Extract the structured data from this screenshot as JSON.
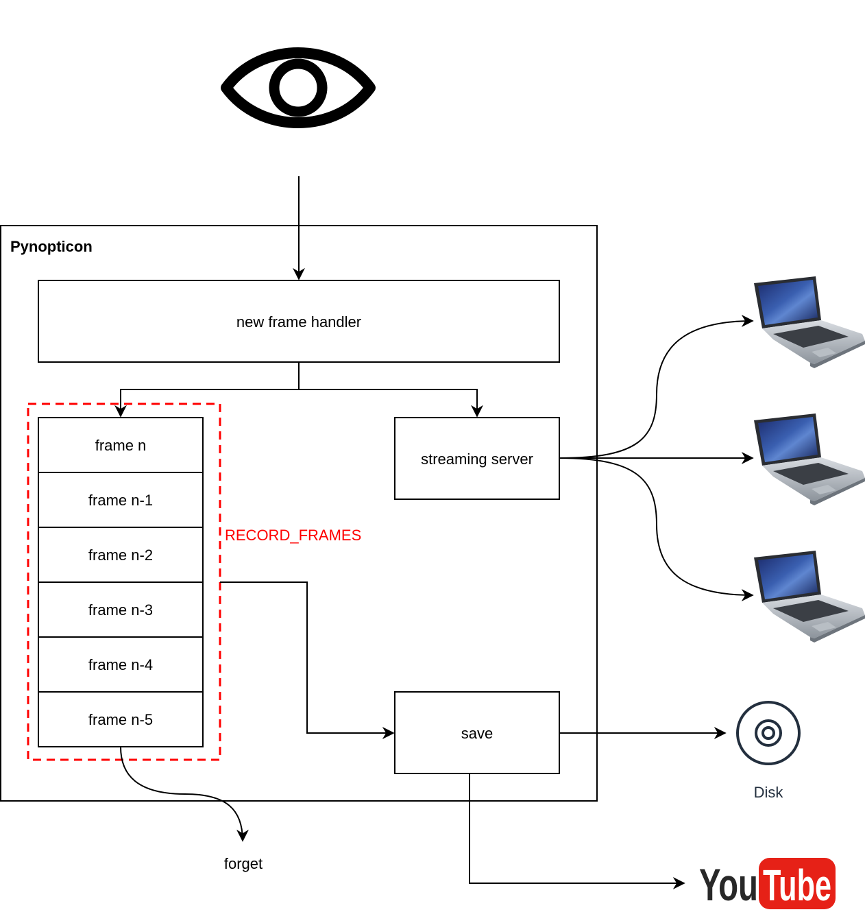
{
  "container": {
    "title": "Pynopticon"
  },
  "nodes": {
    "handler": "new frame handler",
    "streaming": "streaming server",
    "save": "save"
  },
  "frames": [
    "frame n",
    "frame n-1",
    "frame n-2",
    "frame n-3",
    "frame n-4",
    "frame n-5"
  ],
  "record_group": {
    "label": "RECORD_FRAMES",
    "color": "#ff0000"
  },
  "outputs": {
    "forget": "forget",
    "disk": "Disk",
    "youtube_you": "You",
    "youtube_tube": "Tube"
  },
  "icons": [
    "eye-icon",
    "laptop-icon",
    "disk-icon",
    "youtube-logo"
  ],
  "colors": {
    "youtube_red": "#e62117",
    "disk_label": "#232f3e"
  }
}
